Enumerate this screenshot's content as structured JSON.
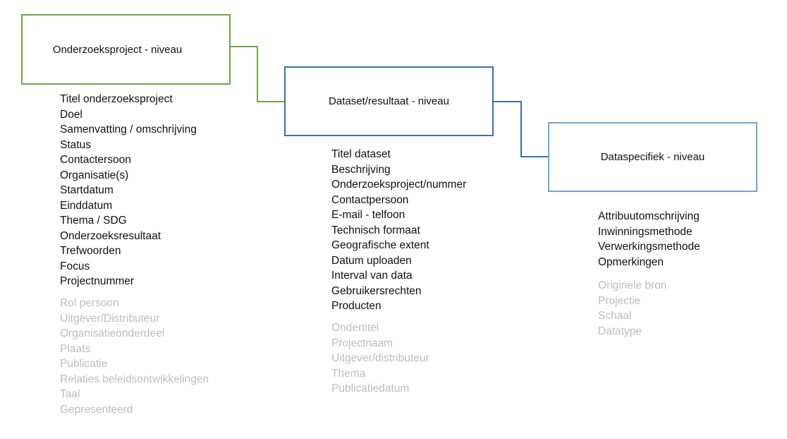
{
  "colors": {
    "project_border": "#6aa842",
    "dataset_border": "#3f6db0",
    "spec_border": "#6fa6d8",
    "primary_text": "#111111",
    "secondary_text": "#bdbdbd"
  },
  "project": {
    "title": "Onderzoeksproject - niveau",
    "primary_fields": [
      "Titel onderzoeksproject",
      "Doel",
      "Samenvatting / omschrijving",
      "Status",
      "Contactersoon",
      "Organisatie(s)",
      "Startdatum",
      "Einddatum",
      "Thema / SDG",
      "Onderzoeksresultaat",
      "Trefwoorden",
      "Focus",
      "Projectnummer"
    ],
    "secondary_fields": [
      "Rol persoon",
      "Uitgever/Distributeur",
      "Organisatieonderdeel",
      "Plaats",
      "Publicatie",
      "Relaties beleidsontwikkelingen",
      "Taal",
      "Gepresenteerd"
    ]
  },
  "dataset": {
    "title": "Dataset/resultaat - niveau",
    "primary_fields": [
      "Titel dataset",
      "Beschrijving",
      "Onderzoeksproject/nummer",
      "Contactpersoon",
      "E-mail - telfoon",
      "Technisch formaat",
      "Geografische extent",
      "Datum uploaden",
      "Interval van data",
      "Gebruikersrechten",
      "Producten"
    ],
    "secondary_fields": [
      "Ondertitel",
      "Projectnaam",
      "Uitgever/distributeur",
      "Thema",
      "Publicatiedatum"
    ]
  },
  "spec": {
    "title": "Dataspecifiek - niveau",
    "primary_fields": [
      "Attribuutomschrijving",
      "Inwinningsmethode",
      "Verwerkingsmethode",
      "Opmerkingen"
    ],
    "secondary_fields": [
      "Originele bron",
      "Projectie",
      "Schaal",
      "Datatype"
    ]
  }
}
